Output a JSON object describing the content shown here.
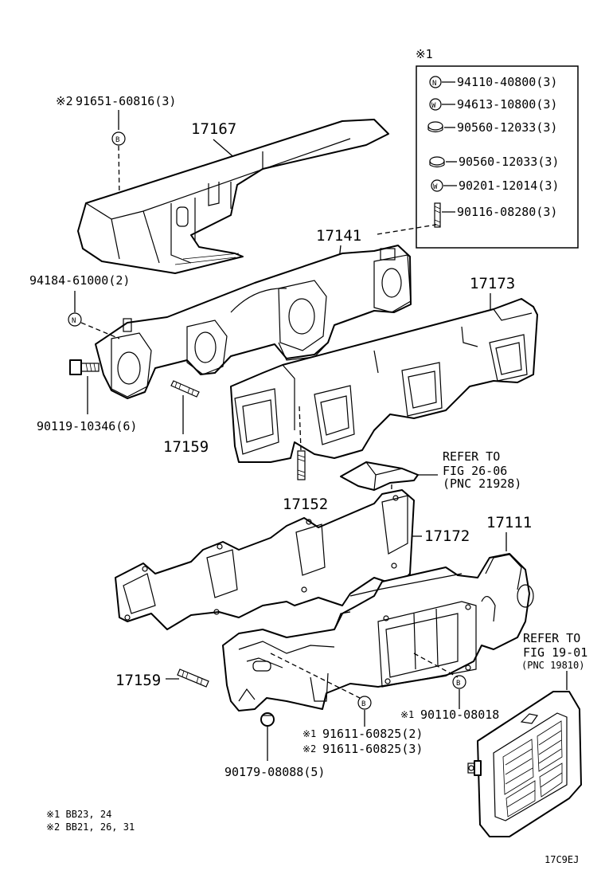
{
  "heat_insulator_bolt": {
    "note": "※2",
    "part_no": "91651-60816(3)",
    "symbol": "B"
  },
  "heat_insulator": {
    "pnc": "17167"
  },
  "kit_box": {
    "title": "※1",
    "rows": [
      {
        "symbol": "N",
        "icon": "nut-icon",
        "part_no": "94110-40800(3)"
      },
      {
        "symbol": "W",
        "icon": "washer-icon",
        "part_no": "94613-10800(3)"
      },
      {
        "symbol": "",
        "icon": "plug-icon",
        "part_no": "90560-12033(3)"
      },
      {
        "symbol": "",
        "icon": "plug-icon",
        "part_no": "90560-12033(3)"
      },
      {
        "symbol": "W",
        "icon": "washer-icon",
        "part_no": "90201-12014(3)"
      },
      {
        "symbol": "",
        "icon": "stud-icon",
        "part_no": "90116-08280(3)"
      }
    ]
  },
  "exhaust_manifold": {
    "pnc": "17141"
  },
  "manifold_nut": {
    "part_no": "94184-61000(2)",
    "symbol": "N"
  },
  "intake_gasket_outer": {
    "pnc": "17173"
  },
  "manifold_bolt": {
    "part_no": "90119-10346(6)"
  },
  "stud_upper": {
    "pnc": "17159"
  },
  "stud_center": {
    "pnc": "17152"
  },
  "refer_1": {
    "line1": "REFER TO",
    "line2": "FIG 26-06",
    "line3": "(PNC 21928)"
  },
  "intake_gasket": {
    "pnc": "17172"
  },
  "intake_manifold": {
    "pnc": "17111"
  },
  "refer_2": {
    "line1": "REFER TO",
    "line2": "FIG 19-01",
    "line3": "(PNC 19810)"
  },
  "stud_lower": {
    "pnc": "17159"
  },
  "intake_bolt_right": {
    "note": "※1",
    "part_no": "90110-08018",
    "symbol": "B"
  },
  "intake_bolt_left": {
    "line1_note": "※1",
    "line1_part_no": "91611-60825(2)",
    "line2_note": "※2",
    "line2_part_no": "91611-60825(3)",
    "symbol": "B"
  },
  "drain_plug": {
    "part_no": "90179-08088(5)"
  },
  "footnotes": {
    "line1": "※1 BB23, 24",
    "line2": "※2 BB21, 26, 31"
  },
  "figure_code": "17C9EJ"
}
